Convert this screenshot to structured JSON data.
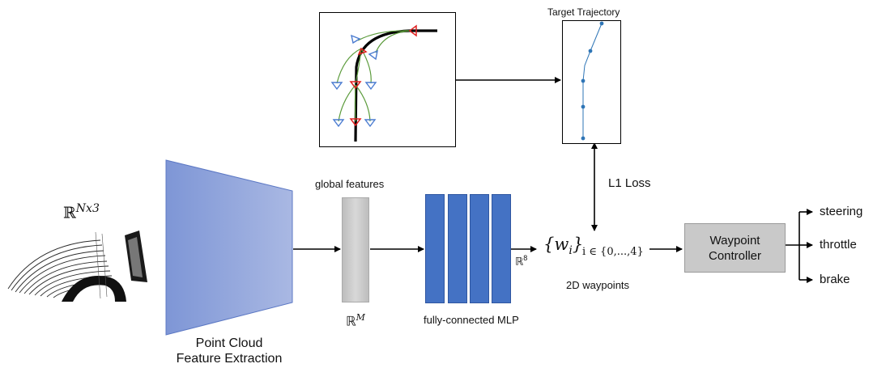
{
  "input": {
    "dim_base": "ℝ",
    "dim_sup": "Nx3"
  },
  "extractor": {
    "label_line1": "Point Cloud",
    "label_line2": "Feature Extraction"
  },
  "global_features": {
    "label": "global features",
    "dim_base": "ℝ",
    "dim_sup": "M"
  },
  "mlp": {
    "label": "fully-connected MLP",
    "dim_base": "ℝ",
    "dim_sup": "8"
  },
  "waypoints": {
    "set_symbol": "{w",
    "set_sub": "i",
    "set_close": "}",
    "index_range": "i ∈ {0,...,4}",
    "label": "2D waypoints"
  },
  "loss": {
    "label": "L1 Loss"
  },
  "target": {
    "title": "Target Trajectory"
  },
  "controller": {
    "label_line1": "Waypoint",
    "label_line2": "Controller"
  },
  "outputs": [
    "steering",
    "throttle",
    "brake"
  ],
  "colors": {
    "mlp_blue": "#4472C4",
    "trajectory_blue": "#2E75B6",
    "triangle_red": "#E02020",
    "triangle_blue": "#4A7BD0",
    "branch_green": "#5B9B3B",
    "controller_gray": "#C9C9C9",
    "feature_gray": "#C8C8C8"
  }
}
